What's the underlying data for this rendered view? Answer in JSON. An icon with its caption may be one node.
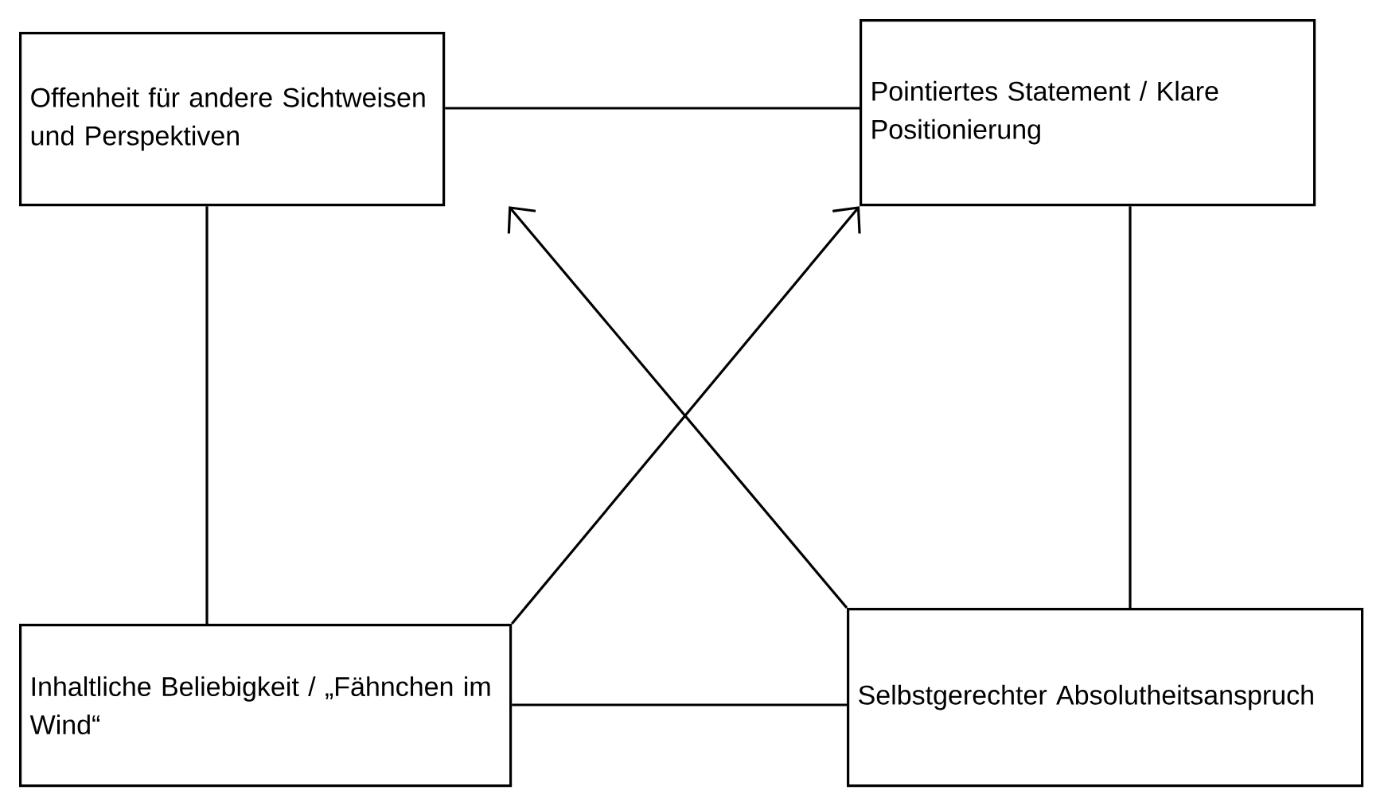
{
  "diagram": {
    "nodes": [
      {
        "text": [
          "Offenheit für andere Sichtweisen und Perspektiven"
        ]
      },
      {
        "text": [
          "Pointiertes Statement / Klare Positionierung"
        ]
      },
      {
        "text": [
          "Inhaltliche Beliebigkeit / „Fähnchen im Wind“"
        ]
      },
      {
        "text": [
          "Selbstgerechter Absolutheitsanspruch"
        ]
      }
    ],
    "edges": [
      {
        "from": 0,
        "to": 1,
        "arrow": "none"
      },
      {
        "from": 0,
        "to": 2,
        "arrow": "none"
      },
      {
        "from": 1,
        "to": 3,
        "arrow": "none"
      },
      {
        "from": 2,
        "to": 3,
        "arrow": "none"
      },
      {
        "from": 2,
        "to": 1,
        "arrow": "to"
      },
      {
        "from": 3,
        "to": 0,
        "arrow": "to"
      }
    ]
  }
}
